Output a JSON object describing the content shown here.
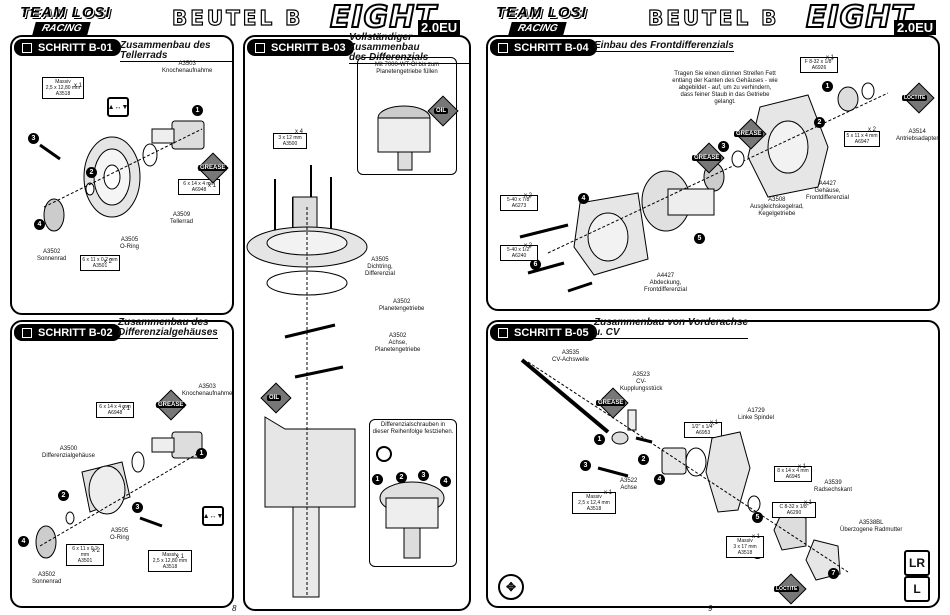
{
  "header": {
    "brand": "TEAM LOSI",
    "racing": "RACING",
    "bag_left": "BEUTEL B",
    "bag_right": "BEUTEL B",
    "model": "EIGHT",
    "model_suffix": "2.0EU"
  },
  "steps": {
    "b01": {
      "title": "SCHRITT B-01",
      "subtitle": "Zusammenbau des Tellerrads",
      "labels": {
        "a3503": "A3503\nKnochenaufnahme",
        "a3509": "A3509\nTellerrad",
        "a3505": "A3505\nO-Ring",
        "a3502": "A3502\nSonnenrad",
        "pin_box": "Massiv\n2,5 x 12,80 mm\nA3518",
        "bearing_box": "6 x 14 x 4 mm\nA6948",
        "oring_box": "6 x 11 x 0,2 mm\nA3501",
        "qty_1": "x 1",
        "qty_1b": "x 1",
        "qty_2": "x 2",
        "grease": "GREASE"
      }
    },
    "b02": {
      "title": "SCHRITT B-02",
      "subtitle": "Zusammenbau des\nDifferenzialgehäuses",
      "labels": {
        "a3503": "A3503\nKnochenaufnahme",
        "a3500": "A3500\nDifferenzialgehäuse",
        "a3505": "A3505\nO-Ring",
        "a3502": "A3502\nSonnenrad",
        "bearing_box": "6 x 14 x 4 mm\nA6948",
        "oring_box": "6 x 11 x 0,2 mm\nA3501",
        "pin_box": "Massiv\n2,5 x 12,80 mm\nA3518",
        "qty_1": "x 1",
        "qty_2": "x 2",
        "qty_1b": "x 1",
        "grease": "GREASE"
      }
    },
    "b03": {
      "title": "SCHRITT B-03",
      "subtitle": "Vollständiger Zusammenbau\ndes Differenzials",
      "labels": {
        "oil_note": "Mit 7000-WT-Öl bis zum\nPlanetengetriebe füllen",
        "screw_box": "3 x 12 mm\nA3500",
        "qty_4": "x 4",
        "a3505": "A3505\nDichtring,\nDifferenzial",
        "a3502_a": "A3502\nPlanetengetriebe",
        "a3502_b": "A3502\nAchse,\nPlanetengetriebe",
        "screw_note": "Differenzialschrauben\nin dieser Reihenfolge\nfestziehen.",
        "oil": "OIL"
      }
    },
    "b04": {
      "title": "SCHRITT B-04",
      "subtitle": "Einbau des Frontdifferenzials",
      "labels": {
        "tape_note": "Tragen Sie einen dünnen Streifen Fett\nentlang der Kanten des Gehäuses - wie\nabgebildet - auf, um zu verhindern, dass\nfeiner Staub in das Getriebe gelangt.",
        "screw_box_top": "F 8-32 x 1/8\"\nA6926",
        "bearing_box": "5 x 11 x 4 mm\nA6947",
        "a3514": "A3514\nAntriebsadapter",
        "a3508": "A3508\nAusgleichskegelrad,\nKegelgetriebe",
        "a4427_a": "A4427\nGehäuse,\nFrontdifferenzial",
        "a4427_b": "A4427\nAbdeckung,\nFrontdifferenzial",
        "screw_a": "5-40 x 7/8\"\nA6273",
        "screw_b": "5-40 x 1/2\"\nA6240",
        "qty_1": "x 1",
        "qty_2": "x 2",
        "qty_2b": "x 2",
        "qty_2c": "x 2",
        "grease": "GREASE",
        "loctite": "LOCTITE"
      }
    },
    "b05": {
      "title": "SCHRITT B-05",
      "subtitle": "Zusammenbau von Vorderachse\nu. CV",
      "labels": {
        "a3535": "A3535\nCV-Achswelle",
        "a3523": "A3523\nCV-\nKupplungsstück",
        "a1729": "A1729\nLinke Spindel",
        "a3539": "A3539\nRadsechskant",
        "a3538bl": "A3538BL\nÜberzogene Radmutter",
        "a3522": "A3522\nAchse",
        "pin_box": "Massiv\n2,5 x 12,4 mm\nA3518",
        "set_box": "1/2\" x 1/4\"\nA6953",
        "bearing_box": "8 x 14 x 4 mm\nA6945",
        "screw_box": "C 8-32 x 1/8\"\nA6290",
        "pin_box2": "Massiv\n3 x 17 mm\nA3518",
        "qty_1": "x 1",
        "qty_1b": "x 1",
        "qty_1c": "x 1",
        "qty_1d": "x 1",
        "qty_1e": "x 1",
        "grease": "GREASE",
        "loctite": "LOCTITE"
      }
    }
  },
  "pages": {
    "left": "8",
    "right": "9"
  }
}
